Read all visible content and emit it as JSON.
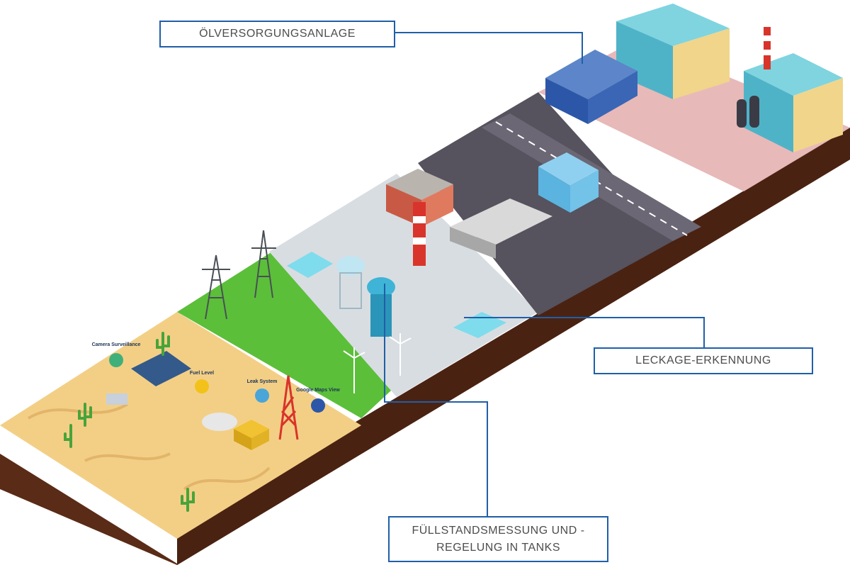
{
  "callouts": {
    "oil_supply": "ÖLVERSORGUNGSANLAGE",
    "leak_detection": "LECKAGE-ERKENNUNG",
    "level_measurement_line1": "FÜLLSTANDSMESSUNG UND -",
    "level_measurement_line2": "REGELUNG IN TANKS"
  },
  "map_badges": {
    "camera": "Camera Surveillance",
    "fuel": "Fuel Level",
    "leak": "Leak System",
    "maps": "Google Maps View"
  },
  "colors": {
    "accent_blue": "#1f5fa8",
    "sand": "#f3cf86",
    "grass": "#5bbf3a",
    "earth": "#5a2b17",
    "pavement": "#56525e",
    "plaza": "#d8dde2"
  }
}
